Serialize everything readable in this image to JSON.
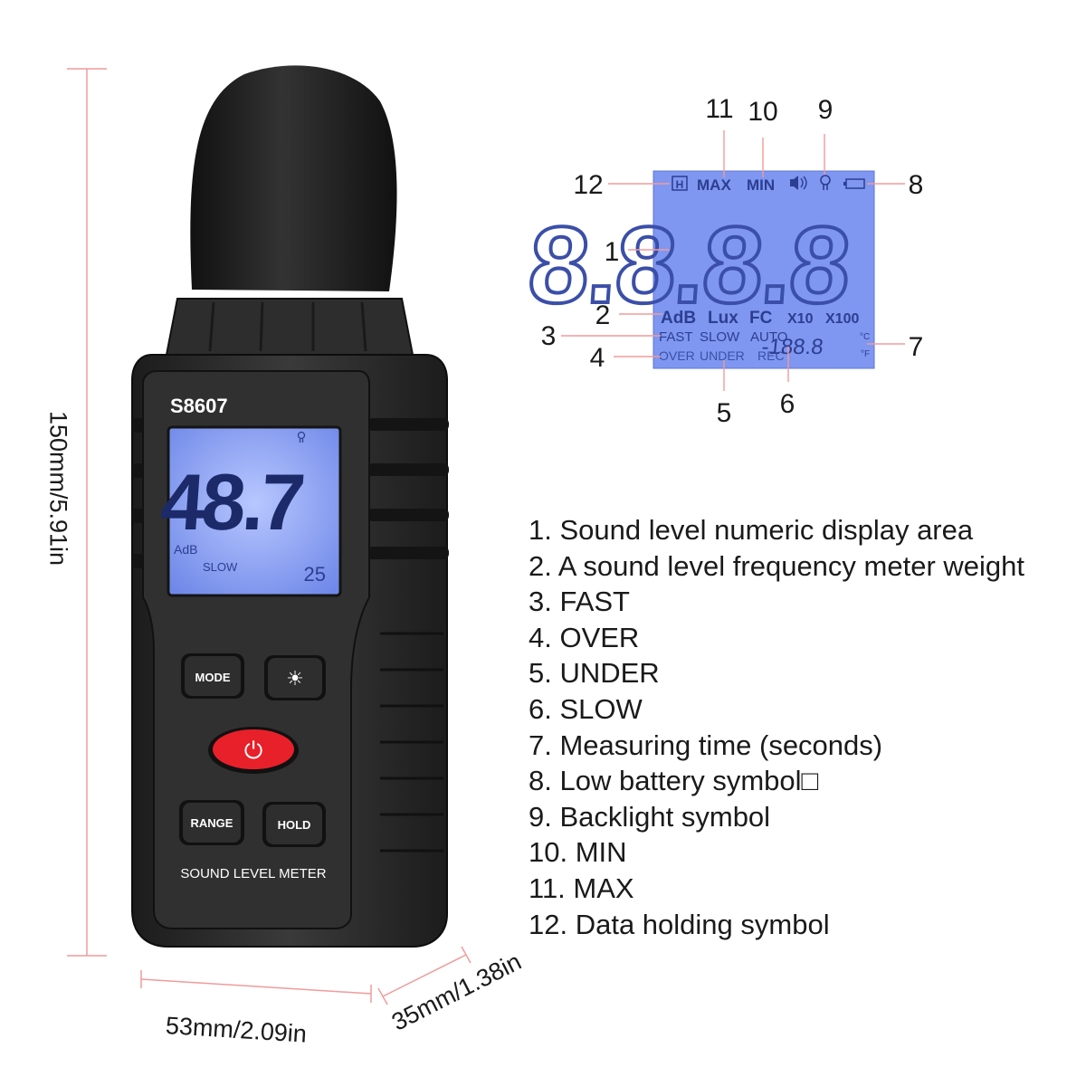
{
  "dimensions": {
    "height": "150mm/5.91in",
    "width": "53mm/2.09in",
    "depth": "35mm/1.38in"
  },
  "device": {
    "model": "S8607",
    "reading": "48.7",
    "weight": "AdB",
    "response": "SLOW",
    "time": "25",
    "buttons": {
      "mode": "MODE",
      "backlight": "☀",
      "power": "⏻",
      "range": "RANGE",
      "hold": "HOLD"
    },
    "name": "SOUND LEVEL METER"
  },
  "lcd_diagram": {
    "top": {
      "hold": "H",
      "max": "MAX",
      "min": "MIN"
    },
    "digits": "8.8.8.8",
    "units": [
      "AdB",
      "Lux",
      "FC",
      "X10",
      "X100"
    ],
    "modes": [
      "FAST",
      "SLOW",
      "AUTO"
    ],
    "status": [
      "OVER",
      "UNDER",
      "REC"
    ],
    "time_digits": "-188.8",
    "temp_c": "°C",
    "temp_f": "°F",
    "callouts": [
      "1",
      "2",
      "3",
      "4",
      "5",
      "6",
      "7",
      "8",
      "9",
      "10",
      "11",
      "12"
    ]
  },
  "legend": [
    "1. Sound level numeric display area",
    "2. A sound level frequency meter weight",
    "3. FAST",
    "4. OVER",
    "5. UNDER",
    "6. SLOW",
    "7. Measuring time (seconds)",
    "8. Low battery symbol□",
    "9. Backlight symbol",
    "10. MIN",
    "11. MAX",
    "12. Data holding symbol"
  ],
  "colors": {
    "lcd": "#7f97f0",
    "lcd_text": "#2c3e91",
    "body": "#2a2a2a",
    "power": "#e8202a",
    "dim_line": "#f19b9b"
  }
}
